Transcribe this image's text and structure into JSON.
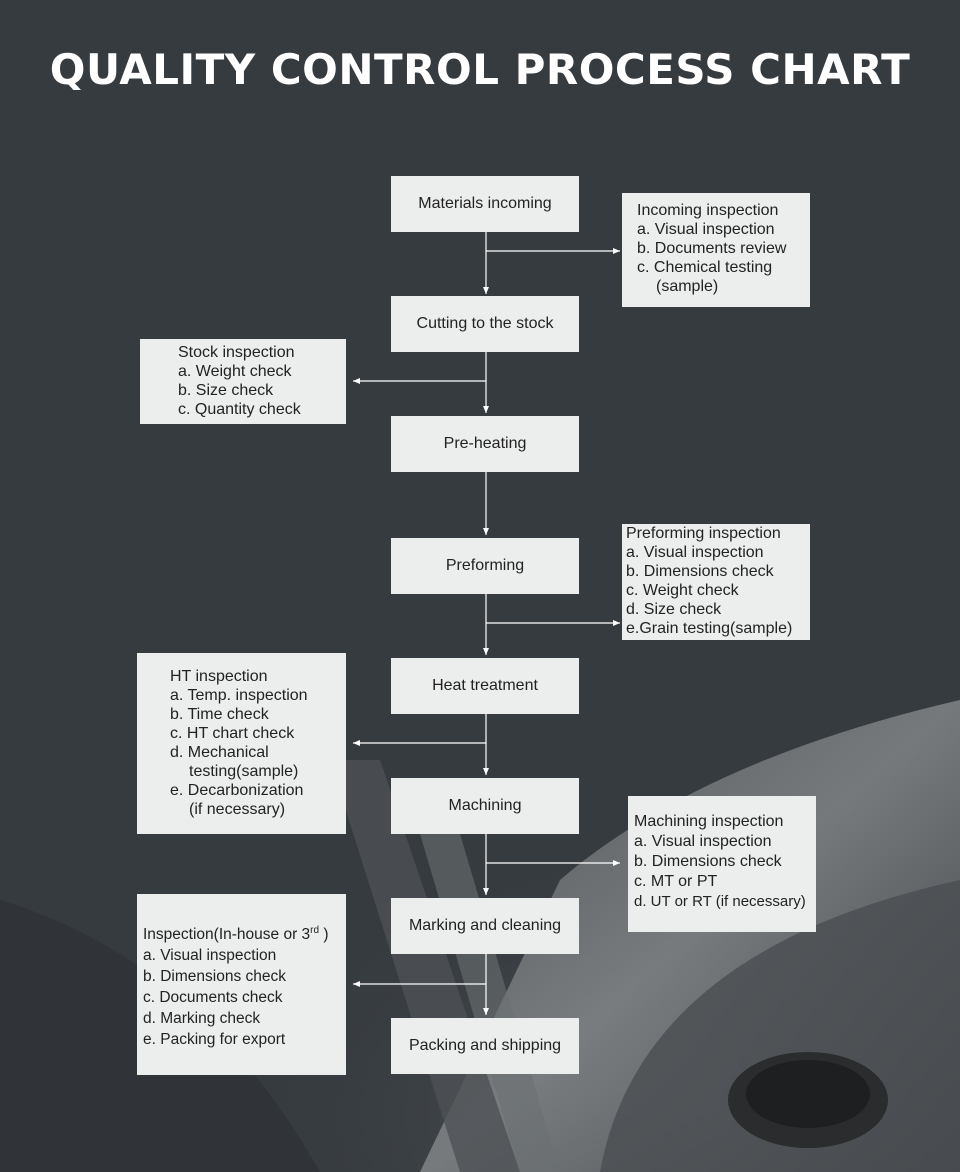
{
  "title": "QUALITY CONTROL PROCESS CHART",
  "colors": {
    "background": "#363b40",
    "box": "#eceded",
    "arrow": "#ffffff",
    "title": "#ffffff"
  },
  "steps": [
    "Materials incoming",
    "Cutting to the stock",
    "Pre-heating",
    "Preforming",
    "Heat treatment",
    "Machining",
    "Marking and cleaning",
    "Packing and shipping"
  ],
  "inspections": {
    "incoming": {
      "title": "Incoming inspection",
      "items": [
        "a. Visual inspection",
        "b. Documents review",
        "c. Chemical testing",
        "(sample)"
      ]
    },
    "stock": {
      "title": "Stock inspection",
      "items": [
        "a. Weight check",
        "b. Size check",
        "c. Quantity check"
      ]
    },
    "preforming": {
      "title": "Preforming inspection",
      "items": [
        "a. Visual inspection",
        "b. Dimensions check",
        "c. Weight check",
        "d. Size check",
        "e.Grain testing(sample)"
      ]
    },
    "ht": {
      "title": "HT inspection",
      "items": [
        "a. Temp. inspection",
        "b. Time check",
        "c. HT chart check",
        "d. Mechanical",
        "testing(sample)",
        "e. Decarbonization",
        "(if necessary)"
      ]
    },
    "machining": {
      "title": "Machining inspection",
      "items": [
        "a. Visual inspection",
        "b. Dimensions check",
        "c. MT or PT",
        "d. UT or RT (if necessary)"
      ]
    },
    "final": {
      "title_main": "Inspection(In-house or 3",
      "title_sup": "rd",
      "title_end": " )",
      "items": [
        "a. Visual inspection",
        "b. Dimensions check",
        "c. Documents check",
        "d. Marking check",
        "e. Packing for export"
      ]
    }
  }
}
